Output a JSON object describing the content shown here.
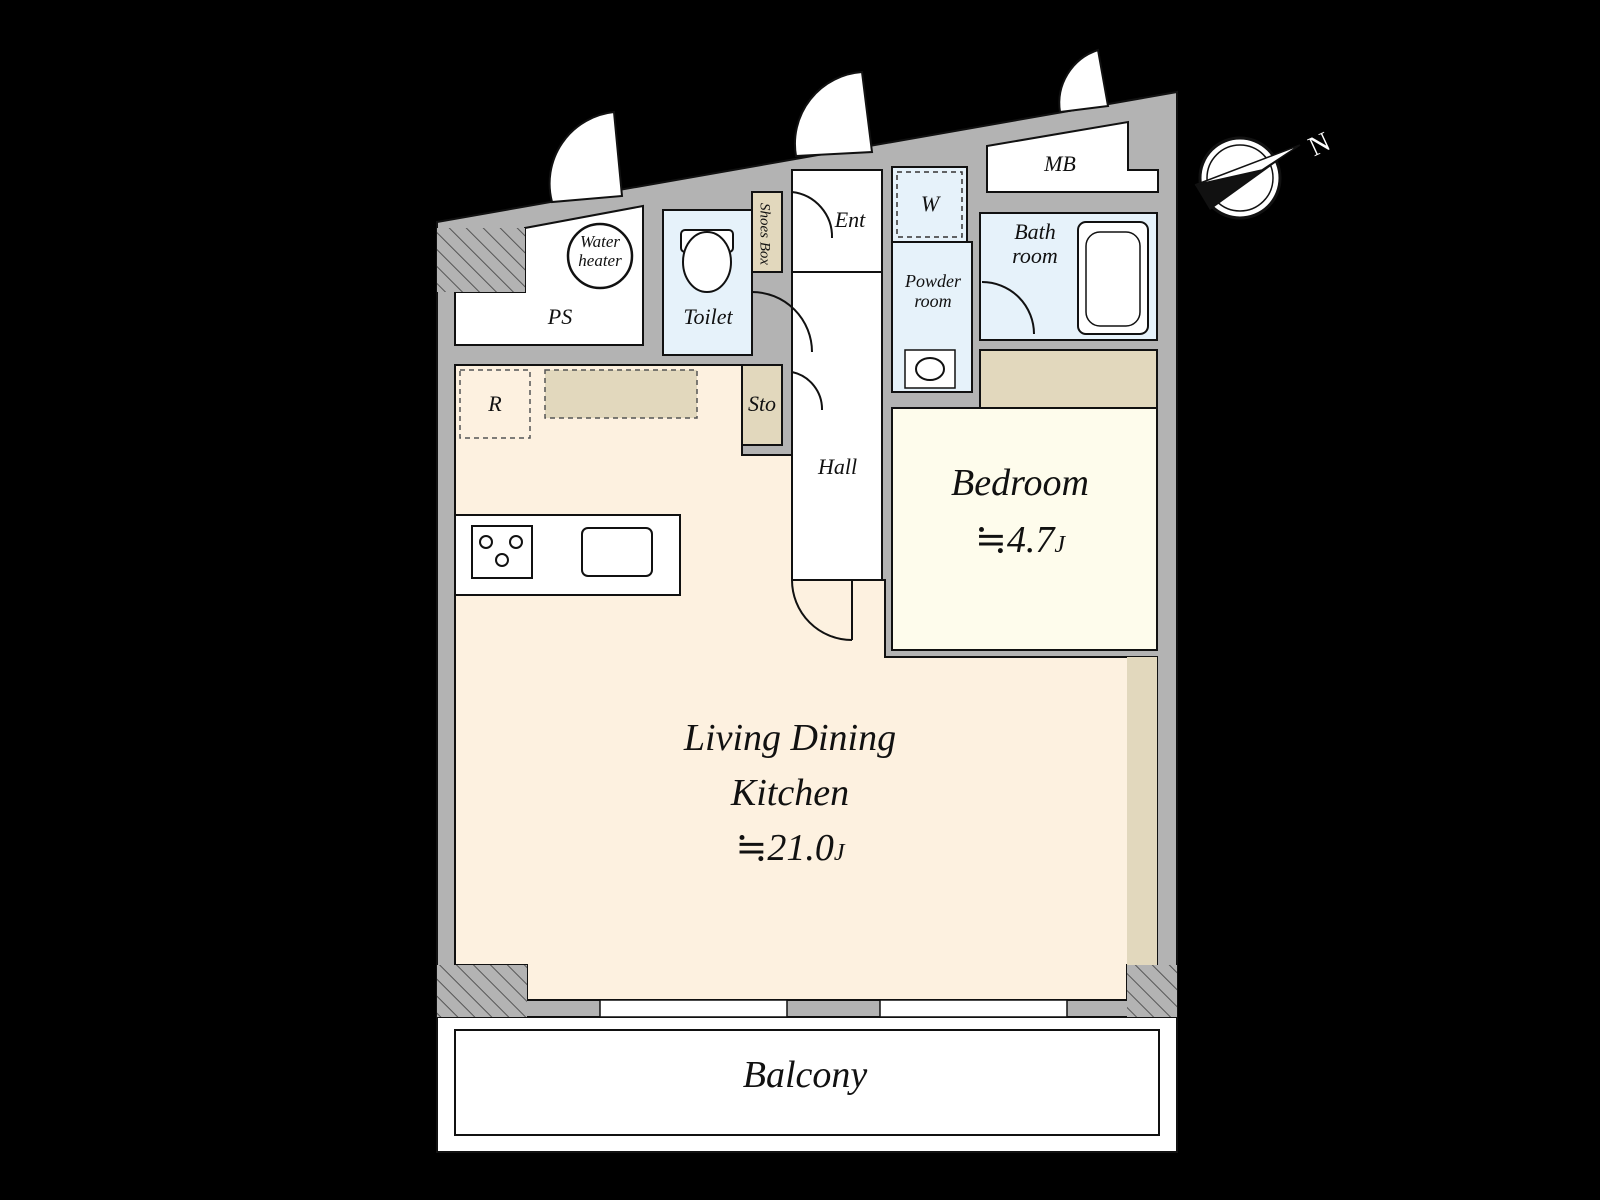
{
  "rooms": {
    "water_heater": "Water heater",
    "ps": "PS",
    "toilet": "Toilet",
    "shoes_box": "Shoes Box",
    "entrance": "Ent",
    "washer": "W",
    "mb": "MB",
    "bathroom": "Bath room",
    "powder_room": "Powder room",
    "refrigerator": "R",
    "storage": "Sto",
    "hall": "Hall",
    "bedroom": {
      "name": "Bedroom",
      "area": "≒4.7",
      "unit": "J"
    },
    "ldk": {
      "name_line1": "Living Dining",
      "name_line2": "Kitchen",
      "area": "≒21.0",
      "unit": "J"
    },
    "balcony": "Balcony"
  },
  "compass": {
    "direction_label": "N"
  },
  "colors": {
    "wall": "#b3b3b3",
    "ldk_floor": "#fdf1e0",
    "bedroom_floor": "#fefcec",
    "closet": "#e2d8bd",
    "wet_area": "#e6f2fa",
    "background": "#000000"
  }
}
